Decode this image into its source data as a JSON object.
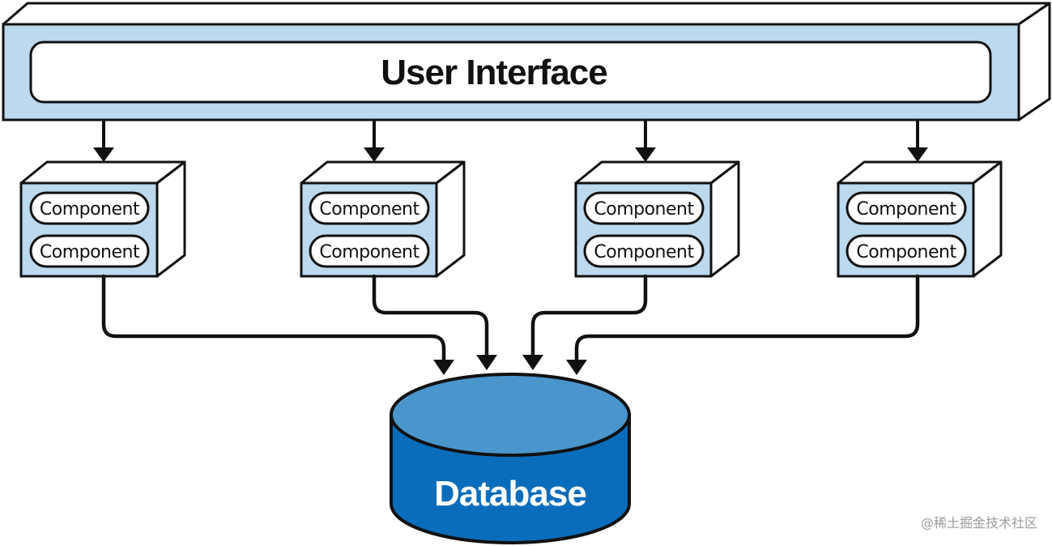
{
  "diagram": {
    "ui_label": "User Interface",
    "database_label": "Database",
    "watermark": "@稀土掘金技术社区",
    "modules": [
      {
        "components": [
          "Component",
          "Component"
        ]
      },
      {
        "components": [
          "Component",
          "Component"
        ]
      },
      {
        "components": [
          "Component",
          "Component"
        ]
      },
      {
        "components": [
          "Component",
          "Component"
        ]
      }
    ]
  },
  "colors": {
    "ui_bar": "#bcd9ee",
    "module_fill": "#bcd9ee",
    "database_top": "#4a96cc",
    "database_body": "#0a6dbb",
    "stroke": "#111111"
  }
}
